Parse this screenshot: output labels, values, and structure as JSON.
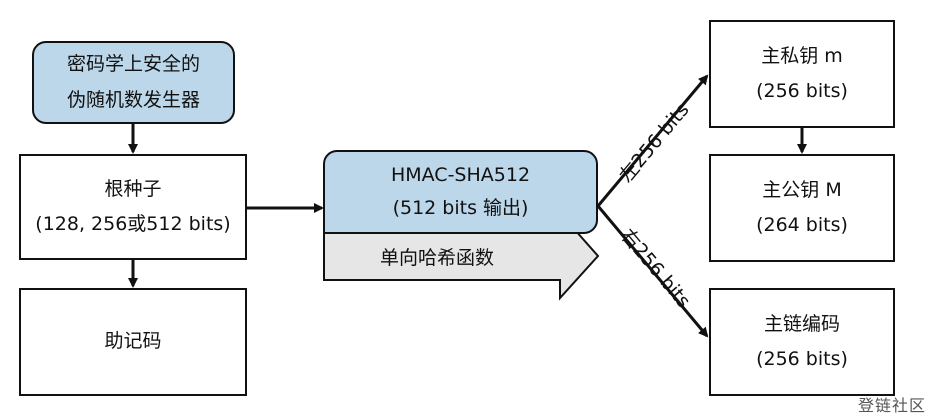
{
  "nodes": {
    "csprng": {
      "line1": "密码学上安全的",
      "line2": "伪随机数发生器"
    },
    "seed": {
      "line1": "根种子",
      "line2": "(128, 256或512 bits)"
    },
    "mnemonic": {
      "line1": "助记码"
    },
    "hmac": {
      "line1": "HMAC-SHA512",
      "line2": "(512 bits 输出)"
    },
    "hash_banner": {
      "label": "单向哈希函数"
    },
    "master_private_key": {
      "line1": "主私钥 m",
      "line2": "(256 bits)"
    },
    "master_public_key": {
      "line1": "主公钥 M",
      "line2": "(264 bits)"
    },
    "master_chain_code": {
      "line1": "主链编码",
      "line2": "(256 bits)"
    }
  },
  "edges": {
    "left_split_label": "左256 bits",
    "right_split_label": "右256 bits"
  },
  "watermark": "登链社区",
  "colors": {
    "node_fill_highlight": "#bcd7ea",
    "banner_fill": "#e6e6e6",
    "stroke": "#111111"
  }
}
